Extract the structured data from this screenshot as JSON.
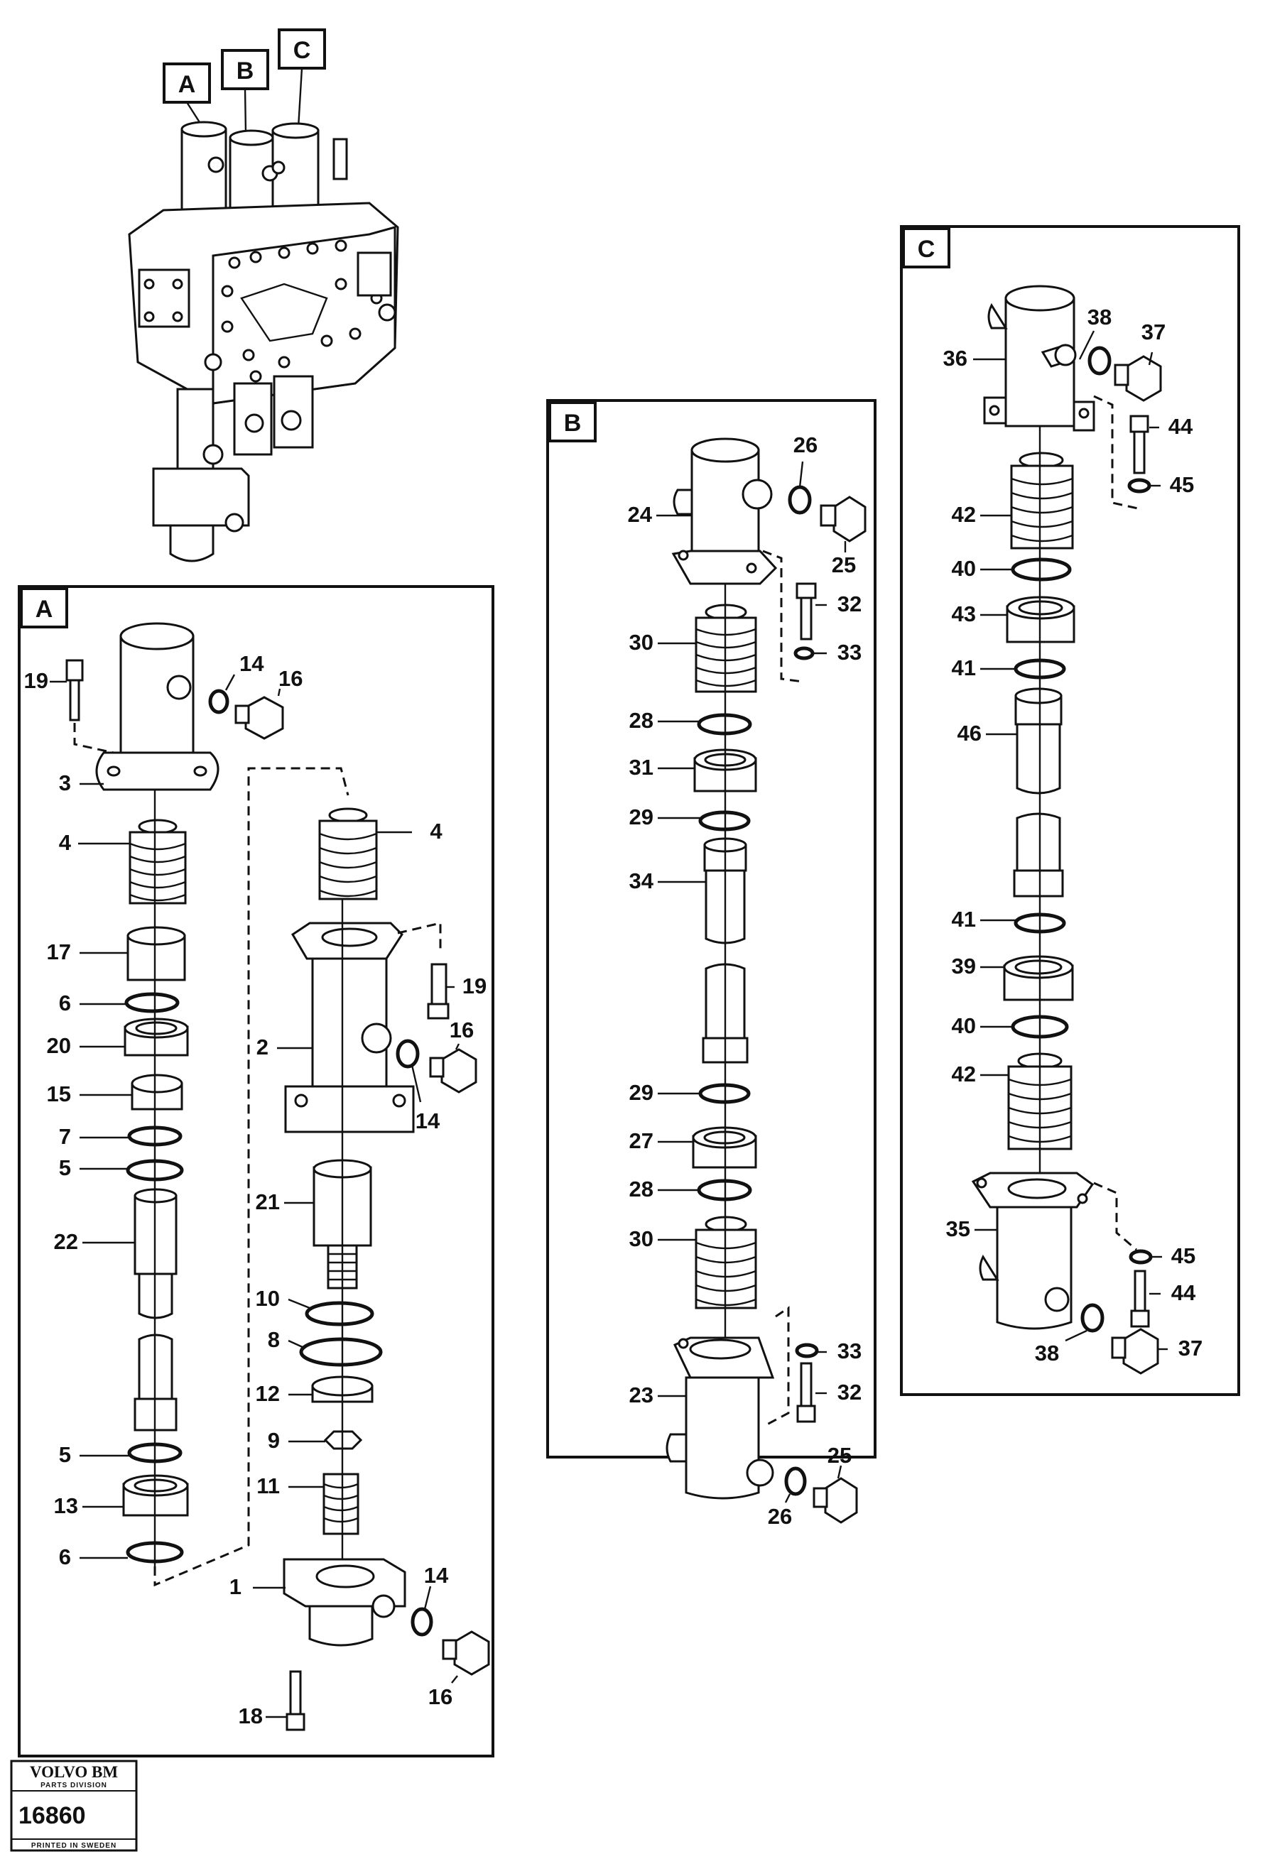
{
  "panels": [
    {
      "id": "A",
      "tag": "A"
    },
    {
      "id": "B",
      "tag": "B"
    },
    {
      "id": "C",
      "tag": "C"
    }
  ],
  "overview_tags": [
    "A",
    "B",
    "C"
  ],
  "callouts": {
    "A": [
      "19",
      "14",
      "16",
      "3",
      "4",
      "17",
      "6",
      "20",
      "15",
      "7",
      "5",
      "22",
      "5",
      "13",
      "6",
      "4",
      "19",
      "16",
      "2",
      "14",
      "21",
      "10",
      "8",
      "12",
      "9",
      "11",
      "1",
      "14",
      "16",
      "18"
    ],
    "B": [
      "26",
      "24",
      "25",
      "32",
      "30",
      "33",
      "28",
      "31",
      "29",
      "34",
      "29",
      "27",
      "28",
      "30",
      "33",
      "23",
      "32",
      "25",
      "26"
    ],
    "C": [
      "38",
      "37",
      "36",
      "44",
      "45",
      "42",
      "40",
      "43",
      "41",
      "46",
      "41",
      "39",
      "40",
      "42",
      "35",
      "45",
      "44",
      "38",
      "37"
    ]
  },
  "stamp": {
    "brand": "VOLVO BM",
    "division": "PARTS DIVISION",
    "number": "16860",
    "printed": "PRINTED IN SWEDEN"
  }
}
